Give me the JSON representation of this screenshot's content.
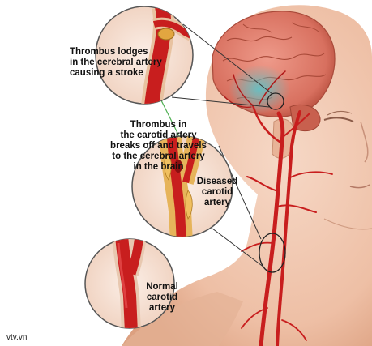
{
  "labels": {
    "stroke_line1": "Thrombus lodges",
    "stroke_line2": "in the cerebral artery",
    "stroke_line3": "causing a stroke",
    "carotid_line1": "Thrombus in",
    "carotid_line2": "the carotid artery",
    "carotid_line3": "breaks off and travels",
    "carotid_line4": "to the cerebral artery",
    "carotid_line5": "in the brain",
    "diseased_line1": "Diseased",
    "diseased_line2": "carotid",
    "diseased_line3": "artery",
    "normal_line1": "Normal",
    "normal_line2": "carotid",
    "normal_line3": "artery"
  },
  "source": "vtv.vn",
  "colors": {
    "skin": "#f1c9b3",
    "brain": "#e0867a",
    "artery": "#c81e1e",
    "plaque": "#e2a640",
    "ischemia": "#5fb8c0"
  }
}
